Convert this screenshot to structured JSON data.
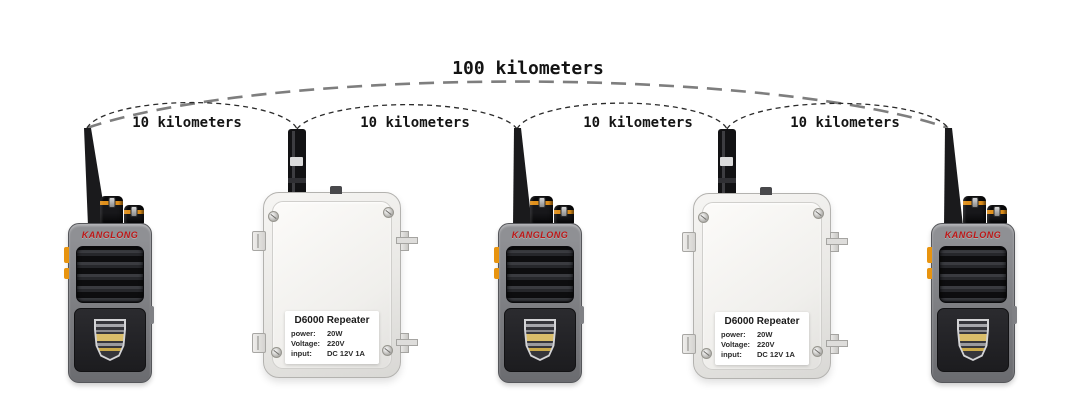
{
  "links": {
    "overall": {
      "label": "100 kilometers"
    },
    "segments": [
      {
        "label": "10 kilometers"
      },
      {
        "label": "10 kilometers"
      },
      {
        "label": "10 kilometers"
      },
      {
        "label": "10 kilometers"
      }
    ]
  },
  "radio": {
    "brand": "KANGLONG"
  },
  "repeater": {
    "model": "D6000 Repeater",
    "specs": [
      {
        "label": "power:",
        "value": "20W"
      },
      {
        "label": "Voltage:",
        "value": "220V"
      },
      {
        "label": "input:",
        "value": "DC 12V 1A"
      }
    ]
  },
  "colors": {
    "brand_red": "#bd1717",
    "knob_orange": "#e0901c",
    "arc_small": "#2b2b2b",
    "arc_large": "#7e7e7e"
  }
}
